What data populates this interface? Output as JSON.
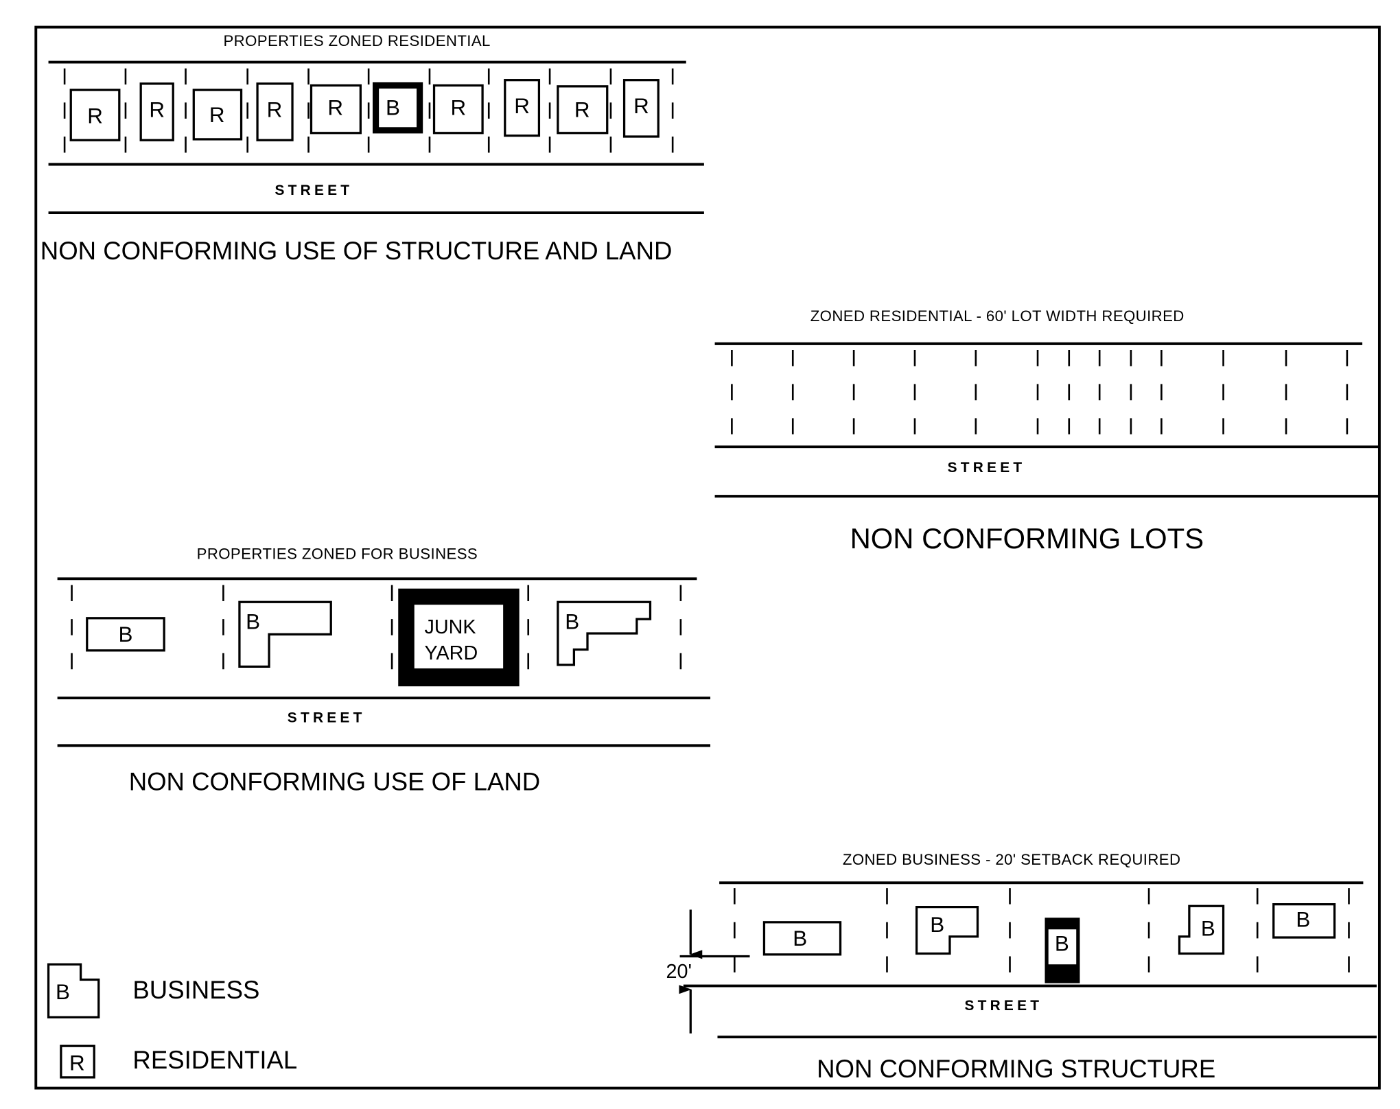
{
  "panels": {
    "structure_and_land": {
      "title": "PROPERTIES  ZONED  RESIDENTIAL",
      "street": "STREET",
      "heading": "NON CONFORMING USE OF STRUCTURE AND LAND",
      "buildings": [
        "R",
        "R",
        "R",
        "R",
        "R",
        "B",
        "R",
        "R",
        "R",
        "R"
      ]
    },
    "lots": {
      "title": "ZONED  RESIDENTIAL  -  60'  LOT  WIDTH  REQUIRED",
      "street": "STREET",
      "heading": "NON CONFORMING LOTS"
    },
    "use_of_land": {
      "title": "PROPERTIES  ZONED  FOR  BUSINESS",
      "street": "STREET",
      "heading": "NON CONFORMING USE OF LAND",
      "buildings": [
        "B",
        "B",
        "JUNK",
        "YARD",
        "B"
      ]
    },
    "structure": {
      "title": "ZONED  BUSINESS  -  20'  SETBACK  REQUIRED",
      "street": "STREET",
      "heading": "NON CONFORMING STRUCTURE",
      "setback_label": "20'",
      "buildings": [
        "B",
        "B",
        "B",
        "B",
        "B"
      ]
    }
  },
  "legend": {
    "items": [
      {
        "symbol": "B",
        "label": "BUSINESS"
      },
      {
        "symbol": "R",
        "label": "RESIDENTIAL"
      }
    ]
  }
}
